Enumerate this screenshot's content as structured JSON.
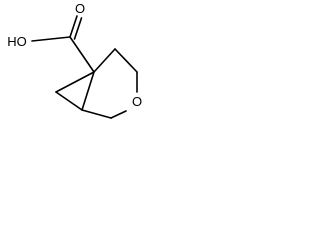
{
  "molecule": {
    "atoms": {
      "hydroxyl": "HO",
      "carbonyl_oxygen": "O",
      "ring_oxygen": "O"
    }
  }
}
